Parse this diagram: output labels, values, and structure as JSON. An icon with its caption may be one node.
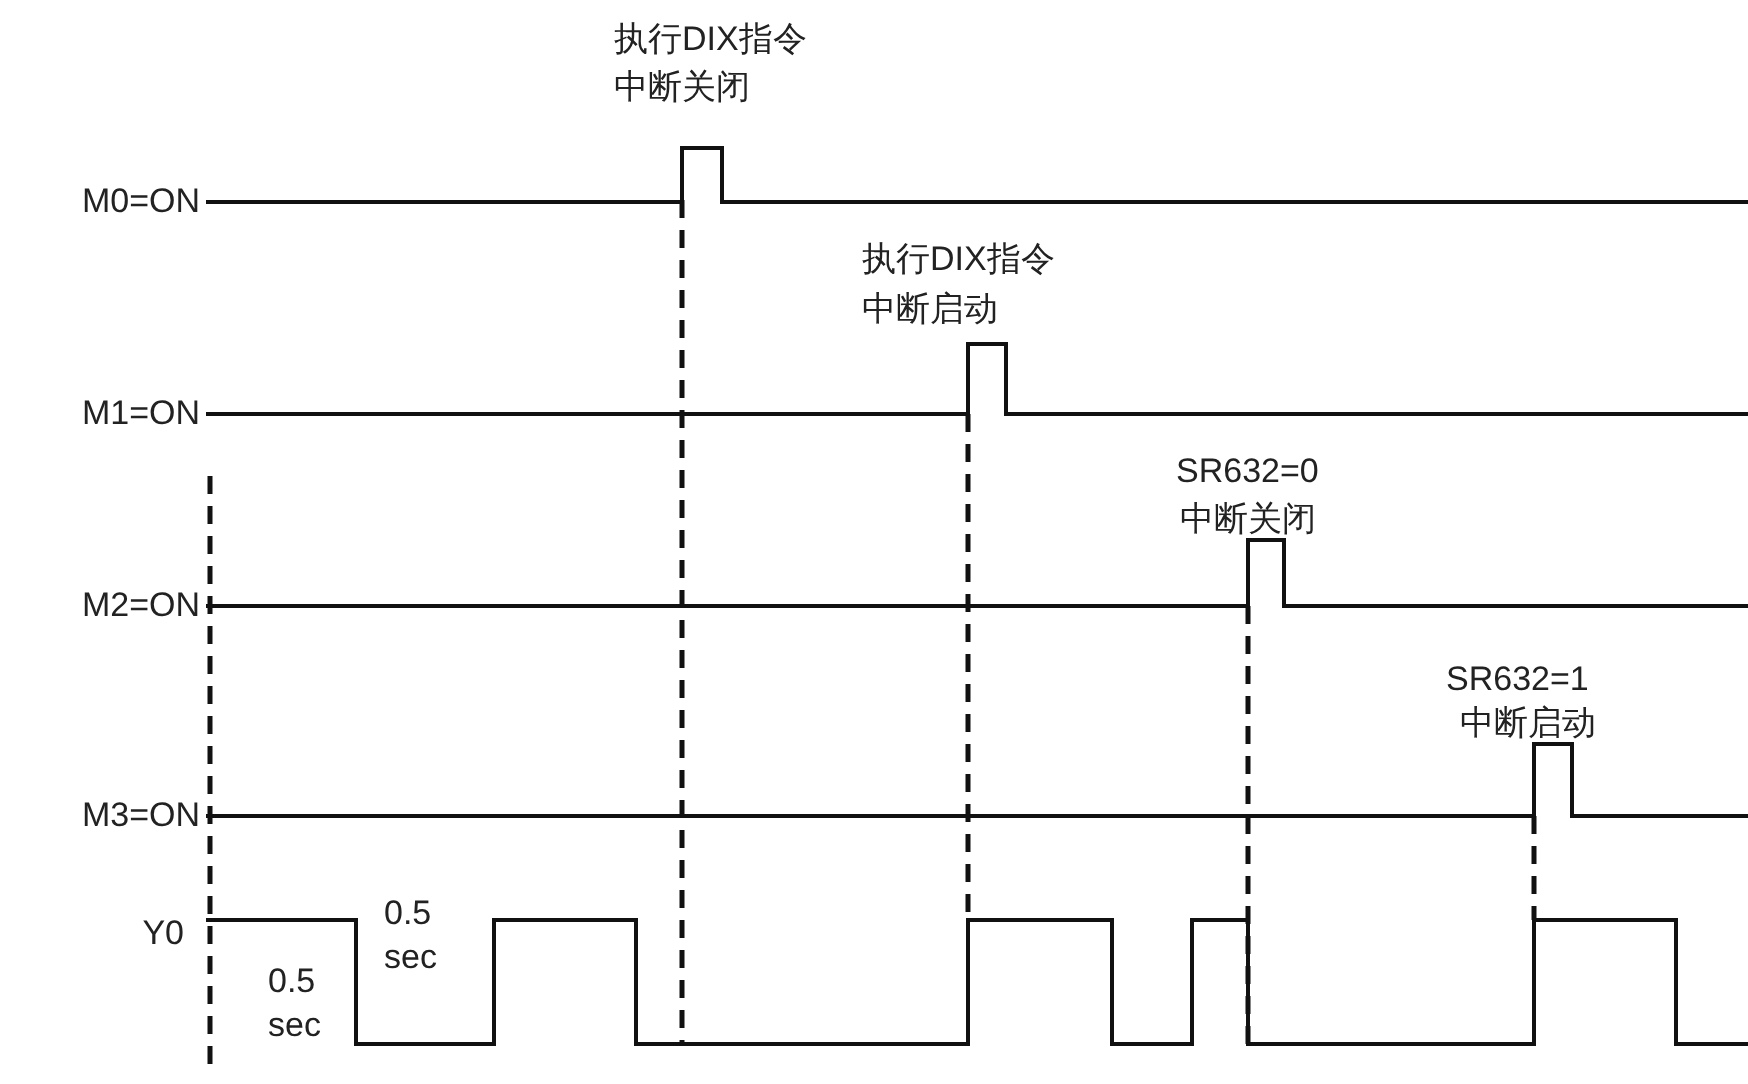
{
  "diagram": {
    "labels": [
      "执行DIX指令",
      "中断关闭",
      "M0=ON",
      "执行DIX指令",
      "中断启动",
      "M1=ON",
      "SR632=0",
      "中断关闭",
      "M2=ON",
      "SR632=1",
      "中断启动",
      "M3=ON",
      "0.5 sec",
      "Y0",
      "0.5 sec"
    ]
  }
}
